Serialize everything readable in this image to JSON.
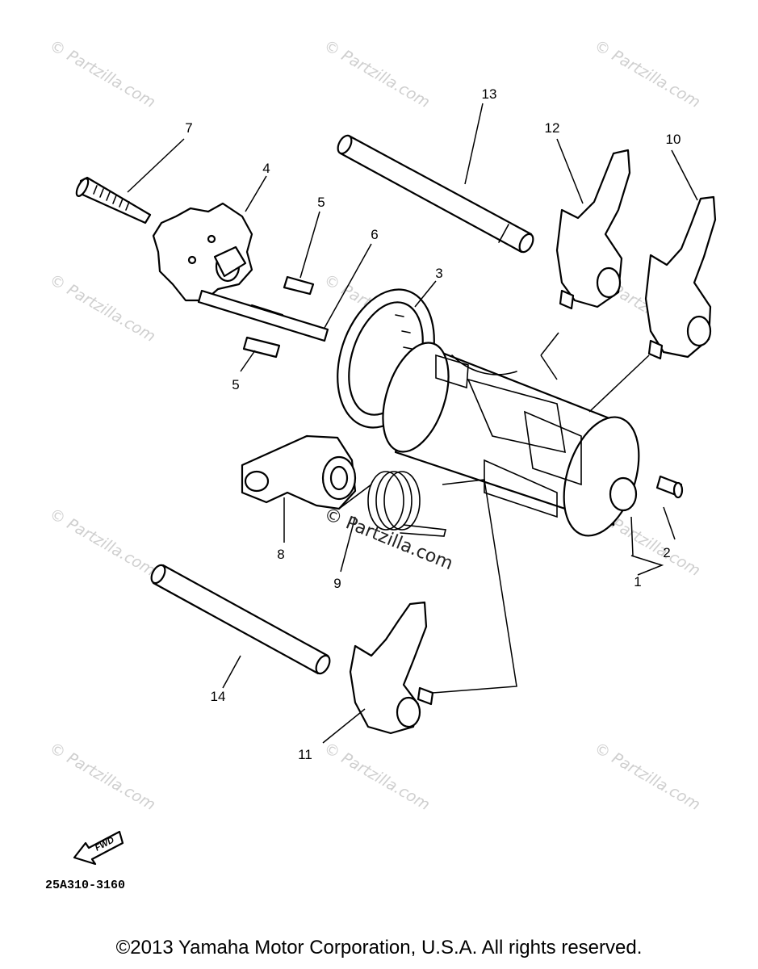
{
  "diagram": {
    "callouts": [
      {
        "id": "1",
        "label": "1"
      },
      {
        "id": "2",
        "label": "2"
      },
      {
        "id": "3",
        "label": "3"
      },
      {
        "id": "4",
        "label": "4"
      },
      {
        "id": "5a",
        "label": "5"
      },
      {
        "id": "5b",
        "label": "5"
      },
      {
        "id": "6",
        "label": "6"
      },
      {
        "id": "7",
        "label": "7"
      },
      {
        "id": "8",
        "label": "8"
      },
      {
        "id": "9",
        "label": "9"
      },
      {
        "id": "10",
        "label": "10"
      },
      {
        "id": "11",
        "label": "11"
      },
      {
        "id": "12",
        "label": "12"
      },
      {
        "id": "13",
        "label": "13"
      },
      {
        "id": "14",
        "label": "14"
      }
    ],
    "drawing_number": "25A310-3160",
    "fwd_label": "FWD",
    "watermark_text": "© Partzilla.com",
    "center_watermark": "© Partzilla.com"
  },
  "footer": {
    "copyright": "©2013 Yamaha Motor Corporation, U.S.A. All rights reserved."
  }
}
